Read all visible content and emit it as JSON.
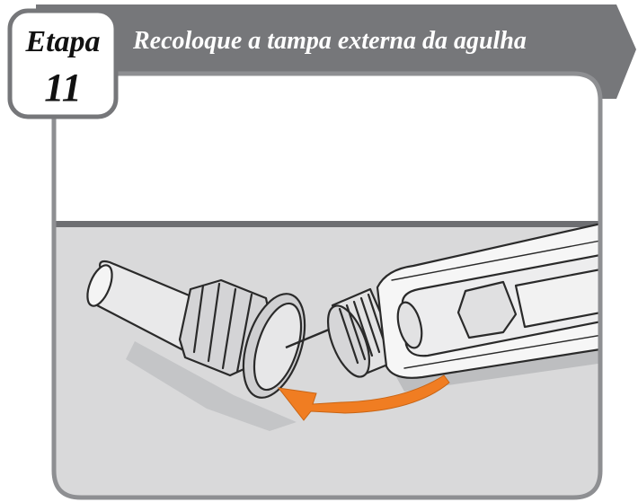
{
  "step": {
    "word": "Etapa",
    "number": "11"
  },
  "title": "Recoloque a tampa externa da agulha",
  "colors": {
    "banner": "#76777a",
    "frame_border": "#8e8f92",
    "lower_panel": "#d9d9da",
    "divider": "#6d6e71",
    "arrow": "#f07d22",
    "outline": "#2a2a2a"
  },
  "icons": {
    "needle_cap": "needle-outer-cap-icon",
    "pen": "injection-pen-icon",
    "arrow": "curved-arrow-icon"
  }
}
